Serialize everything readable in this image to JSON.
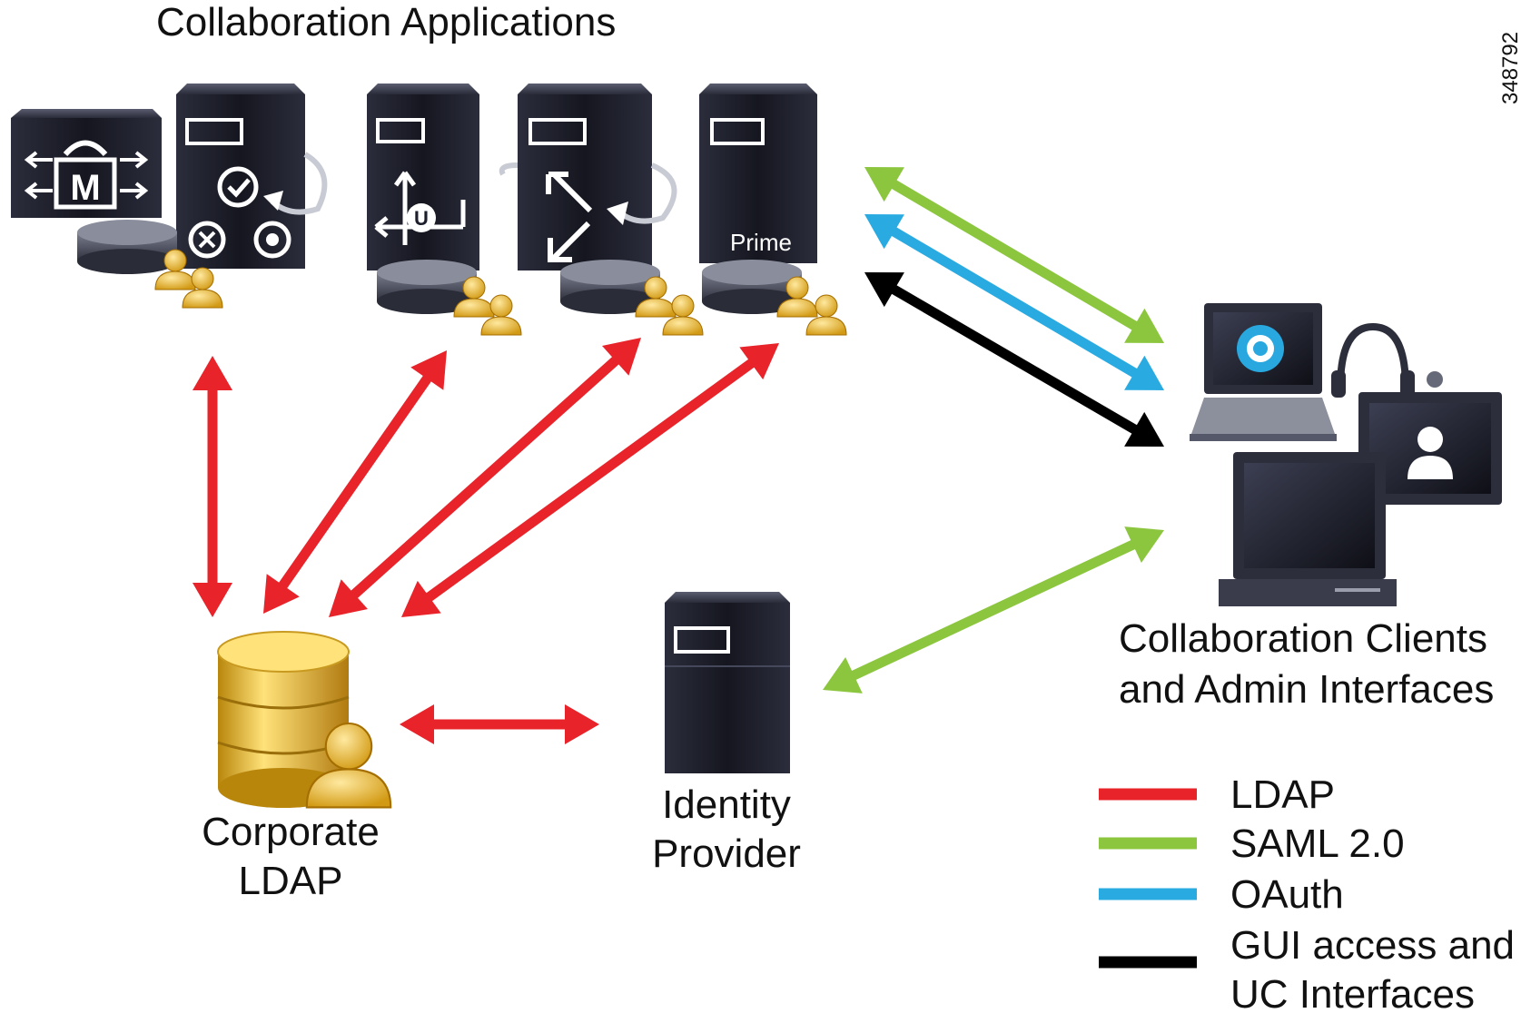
{
  "title": "Collaboration Applications",
  "figure_id": "348792",
  "nodes": {
    "ldap": {
      "line1": "Corporate",
      "line2": "LDAP"
    },
    "idp": {
      "line1": "Identity",
      "line2": "Provider"
    },
    "clients": {
      "line1": "Collaboration Clients",
      "line2": "and Admin Interfaces"
    },
    "prime_server_label": "Prime",
    "unity_badge": "U",
    "mediasense_badge": "M"
  },
  "legend": [
    {
      "label": "LDAP",
      "color": "#e8232a"
    },
    {
      "label": "SAML 2.0",
      "color": "#8cc63f"
    },
    {
      "label": "OAuth",
      "color": "#29abe2"
    },
    {
      "label": "GUI access and",
      "label2": "UC Interfaces",
      "color": "#000000"
    }
  ],
  "colors": {
    "ldap": "#e8232a",
    "saml": "#8cc63f",
    "oauth": "#29abe2",
    "gui": "#000000",
    "server_dark": "#1c1e2b",
    "db_gold": "#e8b420"
  }
}
